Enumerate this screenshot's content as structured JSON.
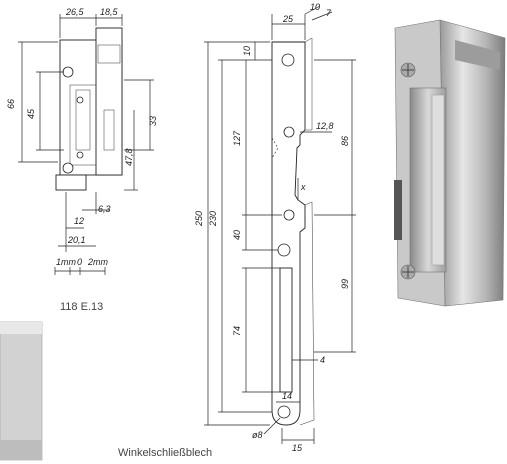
{
  "lock_drawing": {
    "dims": {
      "top_width_a": "26,5",
      "top_width_b": "18,5",
      "height_total": "66",
      "height_inner": "45",
      "right_height": "33",
      "right_lower": "47,8",
      "bottom_a": "6,3",
      "bottom_b": "12",
      "bottom_c": "20,1"
    },
    "scale_label_left": "1mm",
    "scale_label_mid": "0",
    "scale_label_right": "2mm",
    "model_label": "118 E.13"
  },
  "strike_plate": {
    "dims": {
      "top_width": "25",
      "top_small": "10",
      "top_small2": "7",
      "top_offset": "10",
      "notch": "12,8",
      "len_250": "250",
      "len_230": "230",
      "len_127": "127",
      "len_86": "86",
      "len_40": "40",
      "len_99": "99",
      "len_74": "74",
      "x_mark": "x",
      "small_4": "4",
      "bottom_14": "14",
      "bottom_15": "15",
      "hole_dia": "ø8"
    },
    "caption": "Winkelschließblech"
  }
}
